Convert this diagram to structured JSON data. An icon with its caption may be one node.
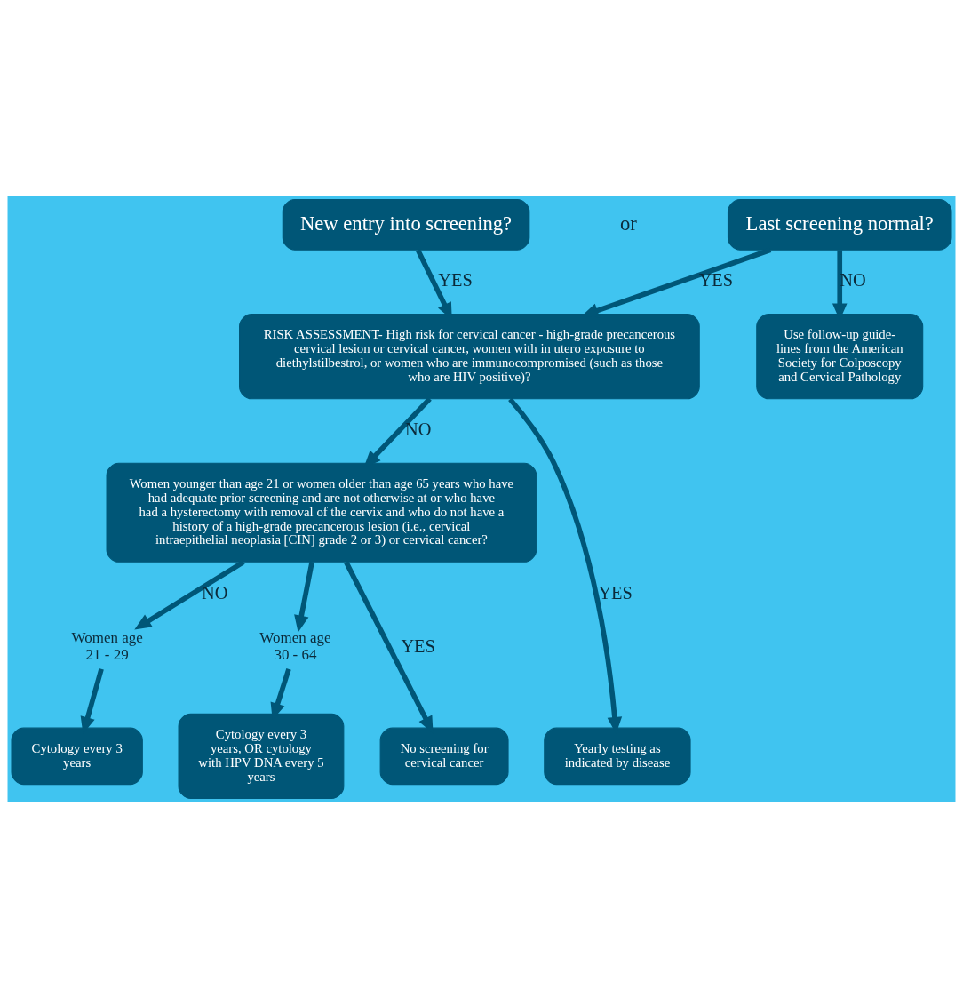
{
  "diagram": {
    "nodes": [
      {
        "text": [
          "New entry into screening?"
        ]
      },
      {
        "text": [
          "Last screening normal?"
        ]
      },
      {
        "text": [
          "Use follow-up guide- lines from the American Society for Colposcopy and Cervical Pathology"
        ]
      },
      {
        "text": [
          "RISK ASSESSMENT- High risk for cervical cancer - high-grade precancerous cervical lesion or cervical cancer, women with in utero exposure to diethylstilbestrol, or women who are immunocompromised (such as those who are HIV positive)?"
        ]
      },
      {
        "text": [
          "Women younger than age 21 or women older than age 65 years who have had adequate prior screening and are not otherwise at or who have had a hysterectomy with removal of the cervix and who do not have a history of a high-grade precancerous lesion (i.e., cervical intraepithelial neoplasia [CIN] grade 2 or 3) or cervical cancer?"
        ]
      },
      {
        "text": [
          "Women age 21 - 29"
        ]
      },
      {
        "text": [
          "Women age 30 - 64"
        ]
      },
      {
        "text": [
          "Yearly testing as indicated by disease"
        ]
      },
      {
        "text": [
          "No screening for cervical cancer"
        ]
      },
      {
        "text": [
          "Cytology every 3 years"
        ]
      },
      {
        "text": [
          "Cytology every 3 years, OR cytology with HPV DNA every 5 years"
        ]
      }
    ],
    "edges": [
      {
        "from": 0,
        "to": 3,
        "arrow": "to",
        "label": "YES"
      },
      {
        "from": 1,
        "to": 3,
        "arrow": "to",
        "label": "YES"
      },
      {
        "from": 1,
        "to": 2,
        "arrow": "to",
        "label": "NO"
      },
      {
        "from": 3,
        "to": 7,
        "arrow": "to",
        "label": "YES"
      },
      {
        "from": 3,
        "to": 4,
        "arrow": "to",
        "label": "NO"
      },
      {
        "from": 4,
        "to": 8,
        "arrow": "to",
        "label": "YES"
      },
      {
        "from": 4,
        "to": 5,
        "arrow": "to",
        "label": "NO"
      },
      {
        "from": 4,
        "to": 6,
        "arrow": "to"
      },
      {
        "from": 5,
        "to": 9,
        "arrow": "to"
      },
      {
        "from": 6,
        "to": 10,
        "arrow": "to"
      }
    ],
    "labels": [
      "or"
    ]
  }
}
